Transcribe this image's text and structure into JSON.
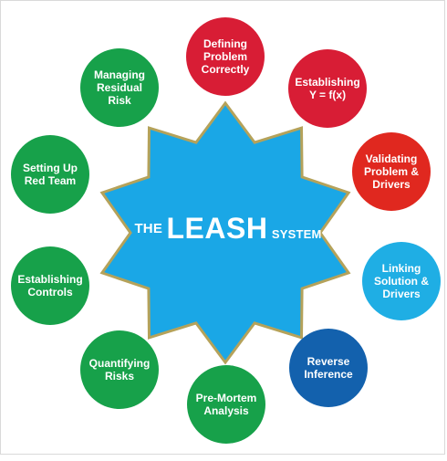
{
  "title": {
    "prefix": "THE",
    "main": "LEASH",
    "suffix": "SYSTEM"
  },
  "colors": {
    "star_fill": "#1aa7e6",
    "star_border": "#b5a25a",
    "red": "#d81d35",
    "green": "#17a14a",
    "light_blue": "#1faee4",
    "dark_blue": "#1361ad"
  },
  "nodes": [
    {
      "id": "defining-problem",
      "label": "Defining\nProblem\nCorrectly",
      "color": "#d81d35"
    },
    {
      "id": "establishing-y",
      "label": "Establishing\nY = f(x)",
      "color": "#d81d35"
    },
    {
      "id": "validating-problem",
      "label": "Validating\nProblem &\nDrivers",
      "color": "#e0281f"
    },
    {
      "id": "linking-solution",
      "label": "Linking\nSolution &\nDrivers",
      "color": "#1faee4"
    },
    {
      "id": "reverse-inference",
      "label": "Reverse\nInference",
      "color": "#1361ad"
    },
    {
      "id": "pre-mortem",
      "label": "Pre-Mortem\nAnalysis",
      "color": "#17a14a"
    },
    {
      "id": "quantifying-risks",
      "label": "Quantifying\nRisks",
      "color": "#17a14a"
    },
    {
      "id": "establishing-controls",
      "label": "Establishing\nControls",
      "color": "#17a14a"
    },
    {
      "id": "setting-up-red-team",
      "label": "Setting Up\nRed Team",
      "color": "#17a14a"
    },
    {
      "id": "managing-residual-risk",
      "label": "Managing\nResidual\nRisk",
      "color": "#17a14a"
    }
  ]
}
